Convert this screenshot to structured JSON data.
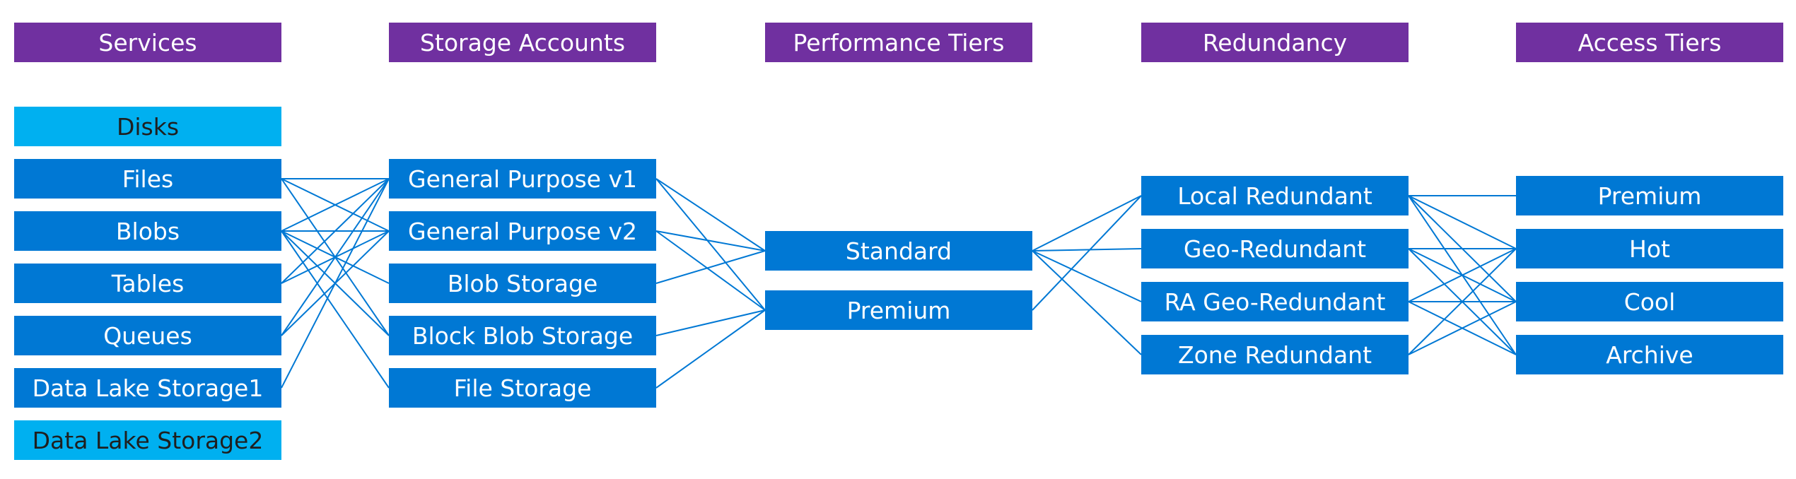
{
  "colors": {
    "header": "#7030a0",
    "node": "#0078d4",
    "node_light": "#00b0f0",
    "line": "#0078d4"
  },
  "columns": [
    {
      "key": "services",
      "header": "Services",
      "items": [
        {
          "key": "disks",
          "label": "Disks",
          "variant": "light"
        },
        {
          "key": "files",
          "label": "Files"
        },
        {
          "key": "blobs",
          "label": "Blobs"
        },
        {
          "key": "tables",
          "label": "Tables"
        },
        {
          "key": "queues",
          "label": "Queues"
        },
        {
          "key": "data-lake-storage1",
          "label": "Data Lake Storage1"
        },
        {
          "key": "data-lake-storage2",
          "label": "Data Lake Storage2",
          "variant": "light"
        }
      ]
    },
    {
      "key": "storage-accounts",
      "header": "Storage Accounts",
      "items": [
        {
          "key": "general-purpose-v1",
          "label": "General Purpose v1"
        },
        {
          "key": "general-purpose-v2",
          "label": "General Purpose v2"
        },
        {
          "key": "blob-storage",
          "label": "Blob Storage"
        },
        {
          "key": "block-blob-storage",
          "label": "Block Blob Storage"
        },
        {
          "key": "file-storage",
          "label": "File Storage"
        }
      ]
    },
    {
      "key": "performance-tiers",
      "header": "Performance Tiers",
      "items": [
        {
          "key": "standard",
          "label": "Standard"
        },
        {
          "key": "premium-perf",
          "label": "Premium"
        }
      ]
    },
    {
      "key": "redundancy",
      "header": "Redundancy",
      "items": [
        {
          "key": "local-redundant",
          "label": "Local Redundant"
        },
        {
          "key": "geo-redundant",
          "label": "Geo-Redundant"
        },
        {
          "key": "ra-geo-redundant",
          "label": "RA Geo-Redundant"
        },
        {
          "key": "zone-redundant",
          "label": "Zone Redundant"
        }
      ]
    },
    {
      "key": "access-tiers",
      "header": "Access Tiers",
      "items": [
        {
          "key": "premium-access",
          "label": "Premium"
        },
        {
          "key": "hot",
          "label": "Hot"
        },
        {
          "key": "cool",
          "label": "Cool"
        },
        {
          "key": "archive",
          "label": "Archive"
        }
      ]
    }
  ],
  "connections": [
    [
      "files",
      "general-purpose-v1"
    ],
    [
      "files",
      "general-purpose-v2"
    ],
    [
      "files",
      "block-blob-storage"
    ],
    [
      "blobs",
      "general-purpose-v1"
    ],
    [
      "blobs",
      "general-purpose-v2"
    ],
    [
      "blobs",
      "blob-storage"
    ],
    [
      "blobs",
      "block-blob-storage"
    ],
    [
      "blobs",
      "file-storage"
    ],
    [
      "tables",
      "general-purpose-v1"
    ],
    [
      "tables",
      "general-purpose-v2"
    ],
    [
      "queues",
      "general-purpose-v1"
    ],
    [
      "queues",
      "general-purpose-v2"
    ],
    [
      "data-lake-storage1",
      "general-purpose-v1"
    ],
    [
      "general-purpose-v1",
      "standard"
    ],
    [
      "general-purpose-v1",
      "premium-perf"
    ],
    [
      "general-purpose-v2",
      "standard"
    ],
    [
      "general-purpose-v2",
      "premium-perf"
    ],
    [
      "blob-storage",
      "standard"
    ],
    [
      "block-blob-storage",
      "premium-perf"
    ],
    [
      "file-storage",
      "premium-perf"
    ],
    [
      "standard",
      "local-redundant"
    ],
    [
      "standard",
      "geo-redundant"
    ],
    [
      "standard",
      "ra-geo-redundant"
    ],
    [
      "standard",
      "zone-redundant"
    ],
    [
      "premium-perf",
      "local-redundant"
    ],
    [
      "local-redundant",
      "premium-access"
    ],
    [
      "local-redundant",
      "hot"
    ],
    [
      "local-redundant",
      "cool"
    ],
    [
      "local-redundant",
      "archive"
    ],
    [
      "geo-redundant",
      "hot"
    ],
    [
      "geo-redundant",
      "cool"
    ],
    [
      "geo-redundant",
      "archive"
    ],
    [
      "ra-geo-redundant",
      "hot"
    ],
    [
      "ra-geo-redundant",
      "cool"
    ],
    [
      "ra-geo-redundant",
      "archive"
    ],
    [
      "zone-redundant",
      "hot"
    ],
    [
      "zone-redundant",
      "cool"
    ]
  ]
}
